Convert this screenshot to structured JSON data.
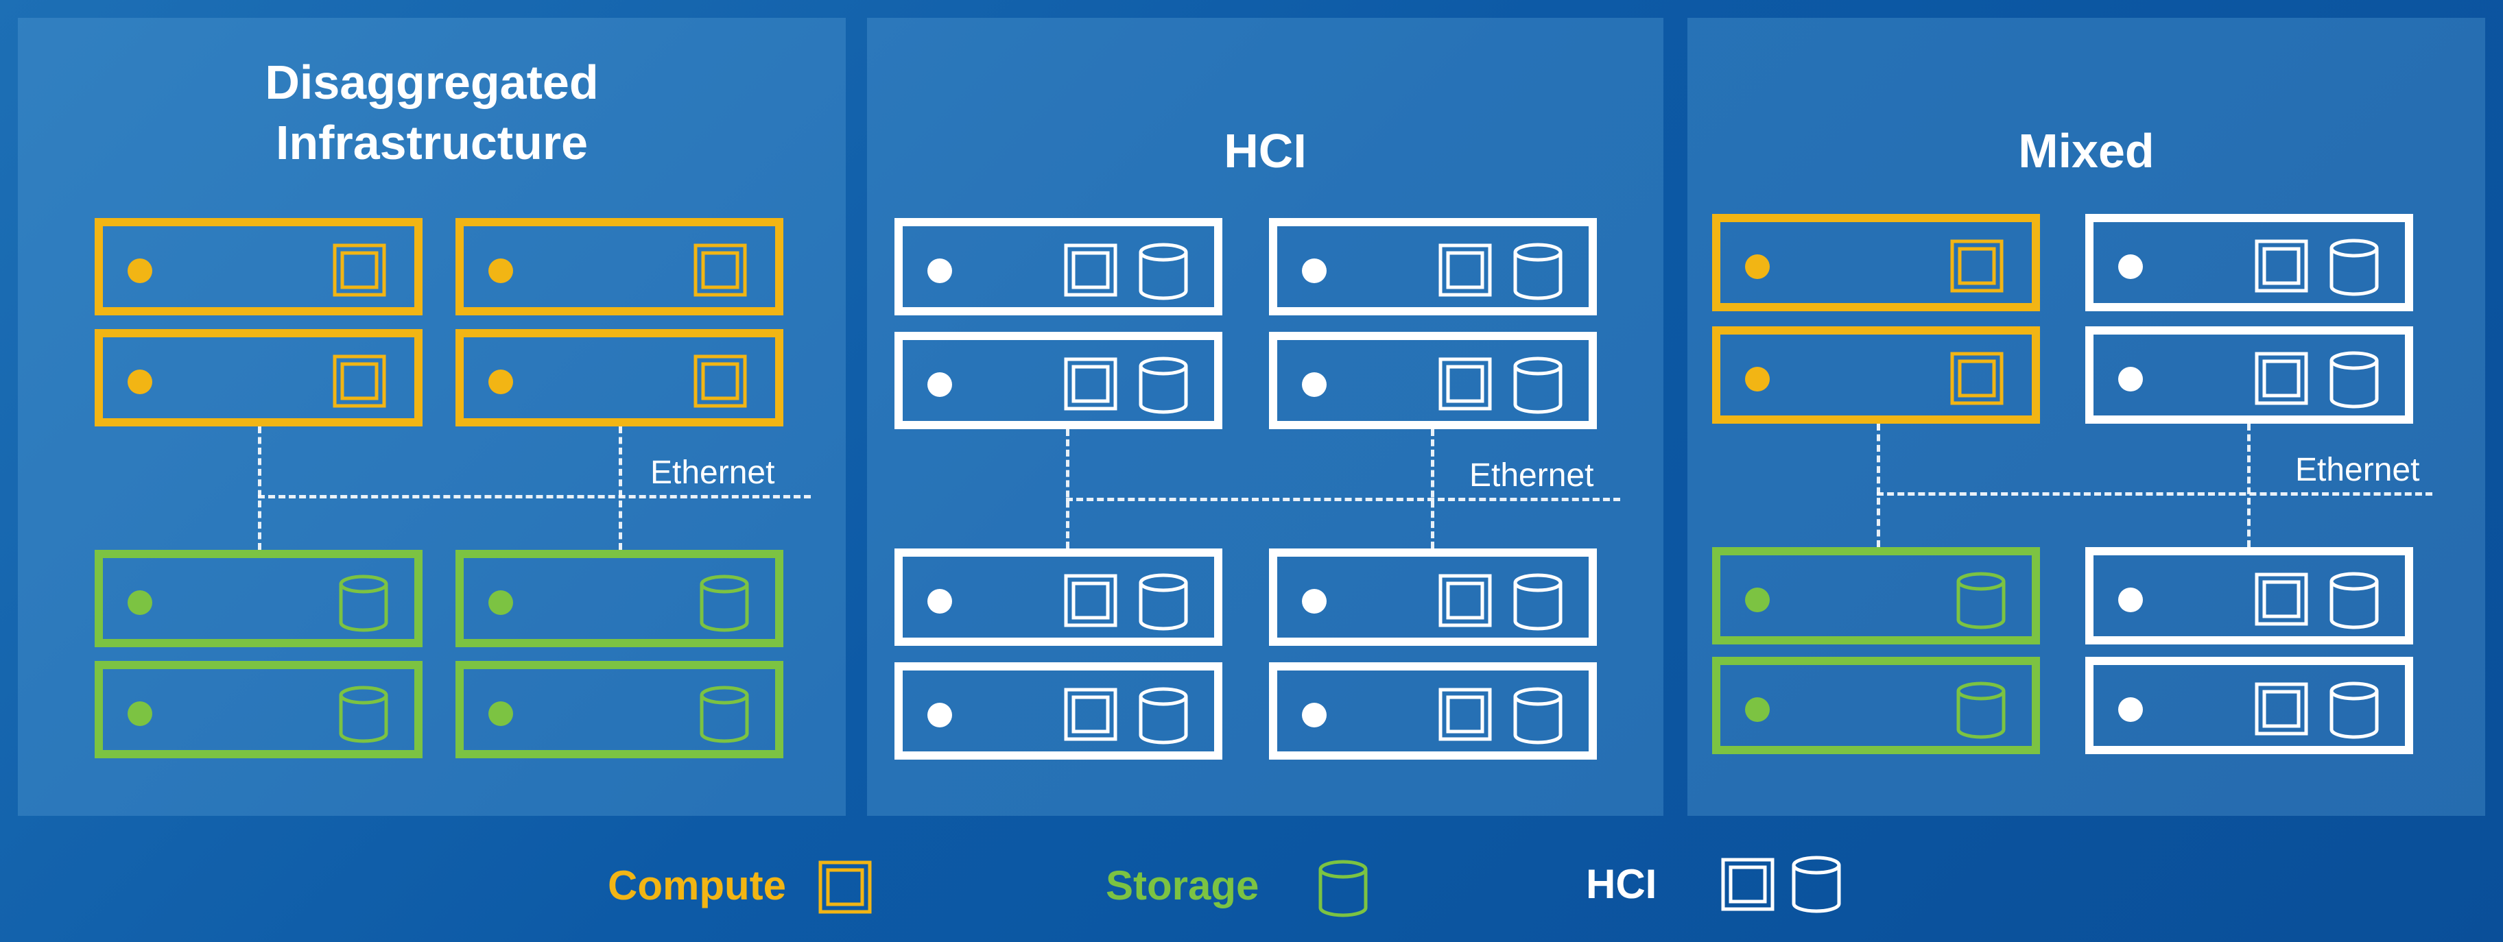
{
  "colors": {
    "compute": "#f2b514",
    "storage": "#7cc342",
    "hci": "#ffffff"
  },
  "panels": [
    {
      "title_line1": "Disaggregated",
      "title_line2": "Infrastructure",
      "ethernet_label": "Ethernet",
      "top_servers": [
        "compute",
        "compute",
        "compute",
        "compute"
      ],
      "bottom_servers": [
        "storage",
        "storage",
        "storage",
        "storage"
      ]
    },
    {
      "title": "HCI",
      "ethernet_label": "Ethernet",
      "top_servers": [
        "hci",
        "hci",
        "hci",
        "hci"
      ],
      "bottom_servers": [
        "hci",
        "hci",
        "hci",
        "hci"
      ]
    },
    {
      "title": "Mixed",
      "ethernet_label": "Ethernet",
      "top_servers": [
        "compute",
        "hci",
        "compute",
        "hci"
      ],
      "bottom_servers": [
        "storage",
        "hci",
        "storage",
        "hci"
      ]
    }
  ],
  "legend": {
    "compute": {
      "label": "Compute",
      "icon": "cpu-chip-icon"
    },
    "storage": {
      "label": "Storage",
      "icon": "database-cylinder-icon"
    },
    "hci": {
      "label": "HCI",
      "icons": [
        "cpu-chip-icon",
        "database-cylinder-icon"
      ]
    }
  }
}
